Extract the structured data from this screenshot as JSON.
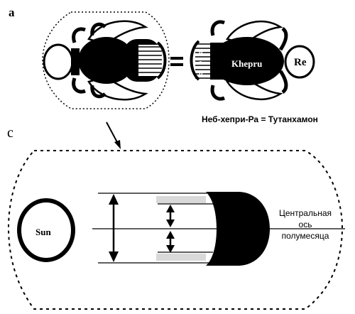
{
  "labels": {
    "panel_a": "a",
    "panel_c": "c",
    "equals": "=",
    "khepru": "Khepru",
    "re": "Re",
    "sun": "Sun",
    "n": "n",
    "e": "e",
    "b": "b",
    "equation": "Неб-хепри-Ра = Тутанхамон",
    "axis_line1": "Центральная",
    "axis_line2": "ось",
    "axis_line3": "полумесяца"
  },
  "colors": {
    "ink": "#000000",
    "paper": "#ffffff"
  },
  "icons": [
    "scarab-beetle-icon",
    "sun-disk-icon",
    "crescent-icon",
    "double-arrow-icon"
  ]
}
